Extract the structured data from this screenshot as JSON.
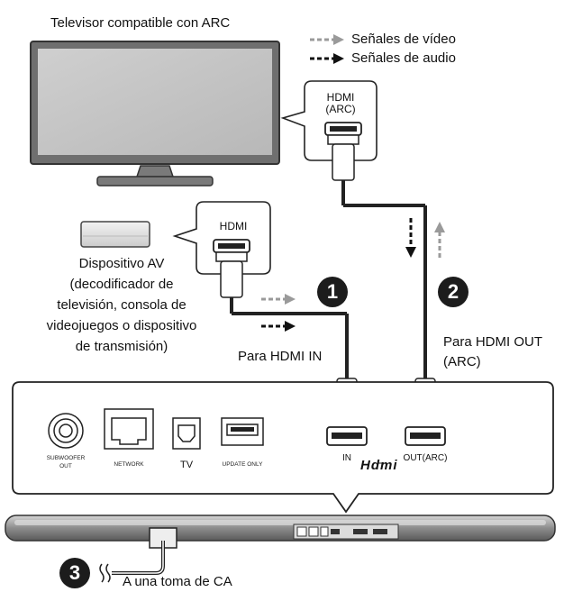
{
  "tv": {
    "title": "Televisor compatible con ARC",
    "port_label": "HDMI\n(ARC)"
  },
  "legend": {
    "video_label": "Señales de vídeo",
    "audio_label": "Señales de audio"
  },
  "av_device": {
    "port_label": "HDMI",
    "caption_lines": [
      "Dispositivo AV",
      "(decodificador de",
      "televisión, consola de",
      "videojuegos o dispositivo",
      "de transmisión)"
    ]
  },
  "steps": [
    {
      "number": "1",
      "label": "Para HDMI IN"
    },
    {
      "number": "2",
      "label_lines": [
        "Para HDMI OUT",
        "(ARC)"
      ]
    },
    {
      "number": "3",
      "label": "A una toma de CA"
    }
  ],
  "soundbar_panel": {
    "ports": [
      {
        "name": "subwoofer",
        "label_lines": [
          "SUBWOOFER",
          "OUT"
        ]
      },
      {
        "name": "network",
        "label": "NETWORK"
      },
      {
        "name": "tv-optical",
        "label": "TV"
      },
      {
        "name": "usb",
        "label": "UPDATE ONLY"
      },
      {
        "name": "hdmi-in",
        "label": "IN"
      },
      {
        "name": "hdmi-out",
        "label": "OUT(ARC)"
      }
    ],
    "hdmi_logo": "Hdmi"
  },
  "colors": {
    "video_arrow": "#9a9a9a",
    "audio_arrow": "#111111",
    "badge": "#1c1c1c",
    "line": "#222222"
  }
}
